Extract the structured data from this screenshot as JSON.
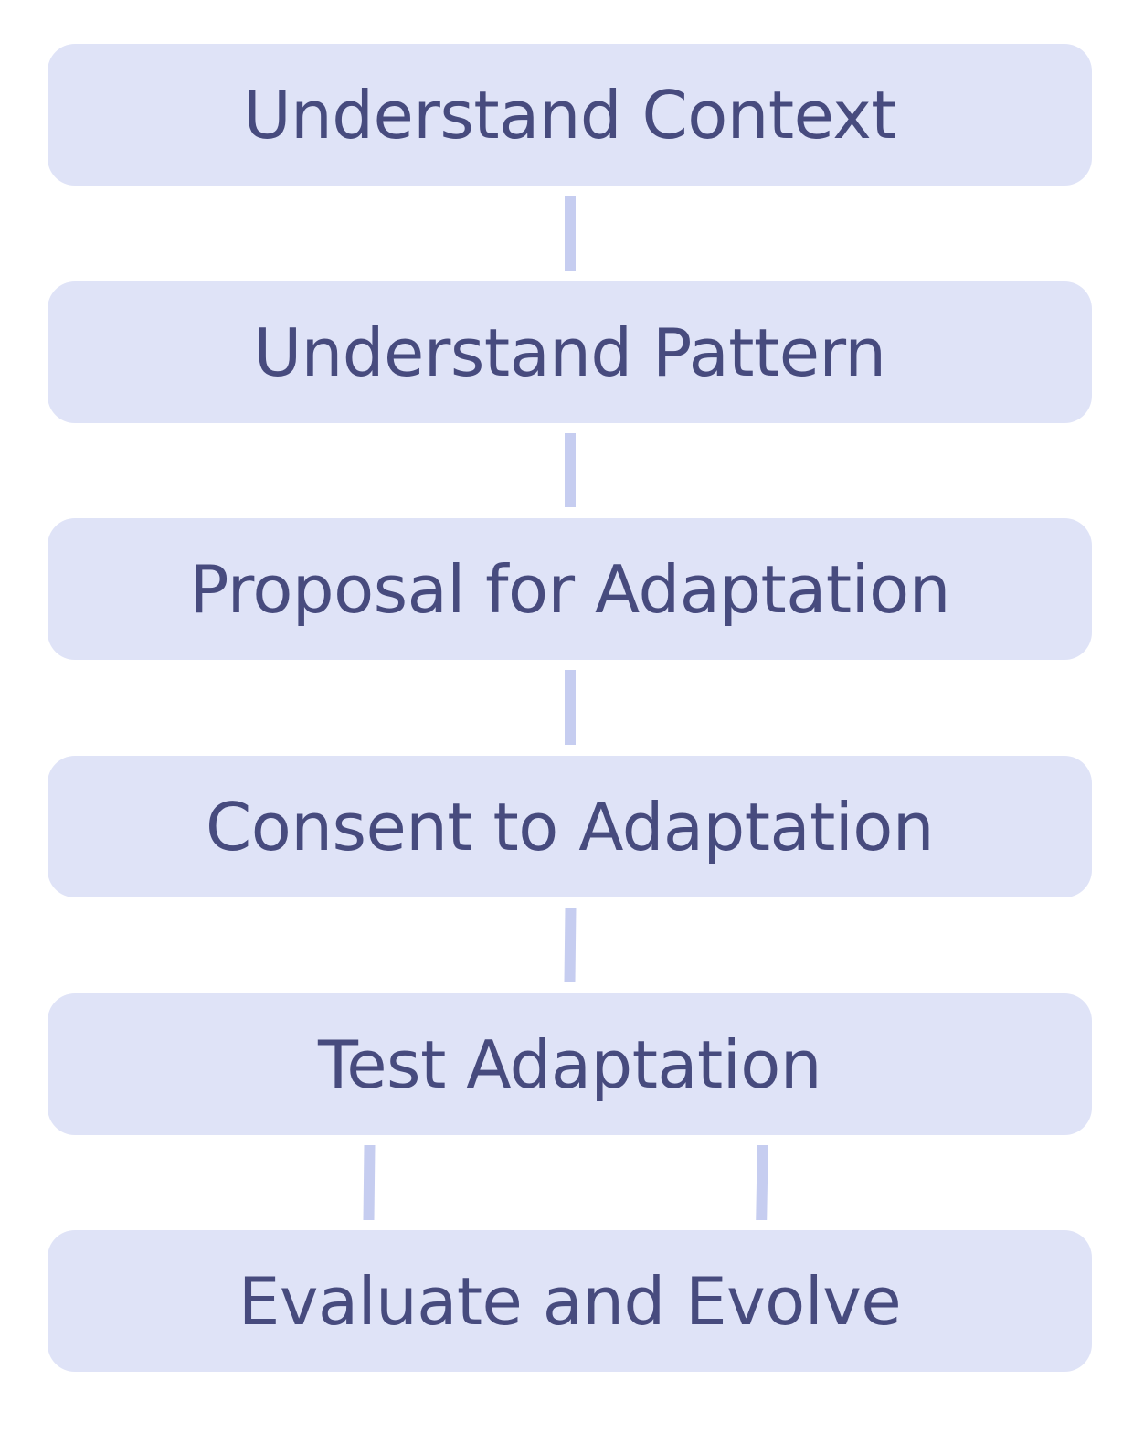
{
  "diagram": {
    "steps": [
      {
        "label": "Understand Context"
      },
      {
        "label": "Understand Pattern"
      },
      {
        "label": "Proposal for Adaptation"
      },
      {
        "label": "Consent to Adaptation"
      },
      {
        "label": "Test Adaptation"
      },
      {
        "label": "Evaluate and Evolve"
      }
    ],
    "colors": {
      "box_fill": "#dfe3f7",
      "text": "#474b7e",
      "connector": "#c6cdf0",
      "background": "#ffffff"
    }
  }
}
